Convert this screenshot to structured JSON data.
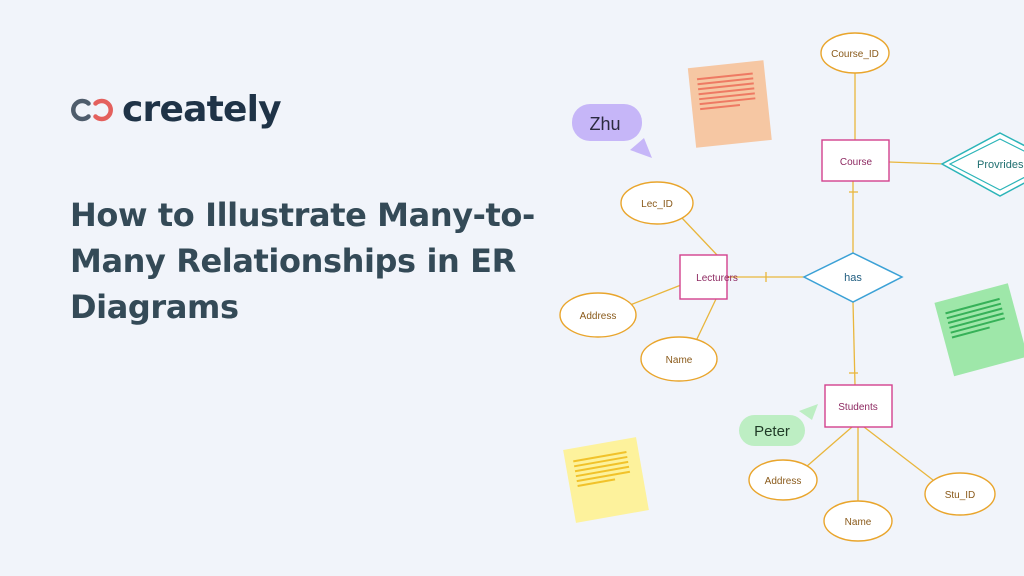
{
  "brand": {
    "name": "creately"
  },
  "headline": {
    "line1": "How to Illustrate Many-to-",
    "line2": "Many Relationships in ER",
    "line3": "Diagrams"
  },
  "diagram": {
    "entities": {
      "course": "Course",
      "lecturers": "Lecturers",
      "students": "Students"
    },
    "relationships": {
      "has": "has",
      "provides": "Provrides"
    },
    "attributes": {
      "course_id": "Course_ID",
      "lec_id": "Lec_ID",
      "lecturer_address": "Address",
      "lecturer_name": "Name",
      "student_address": "Address",
      "student_name": "Name",
      "stu_id": "Stu_ID"
    },
    "collaborators": {
      "zhu": "Zhu",
      "peter": "Peter"
    }
  },
  "colors": {
    "brand_red": "#e4605d",
    "brand_navy": "#1f3347",
    "entity_border": "#d3418d",
    "relationship_border": "#3ba1d6",
    "attribute_border": "#e9a52c",
    "connector": "#e9b63c",
    "note_orange": "#f6c7a3",
    "note_green": "#9ee7a9",
    "note_yellow": "#fdf29c",
    "cursor_zhu": "#c6b6f8",
    "cursor_peter": "#bdeec3"
  }
}
